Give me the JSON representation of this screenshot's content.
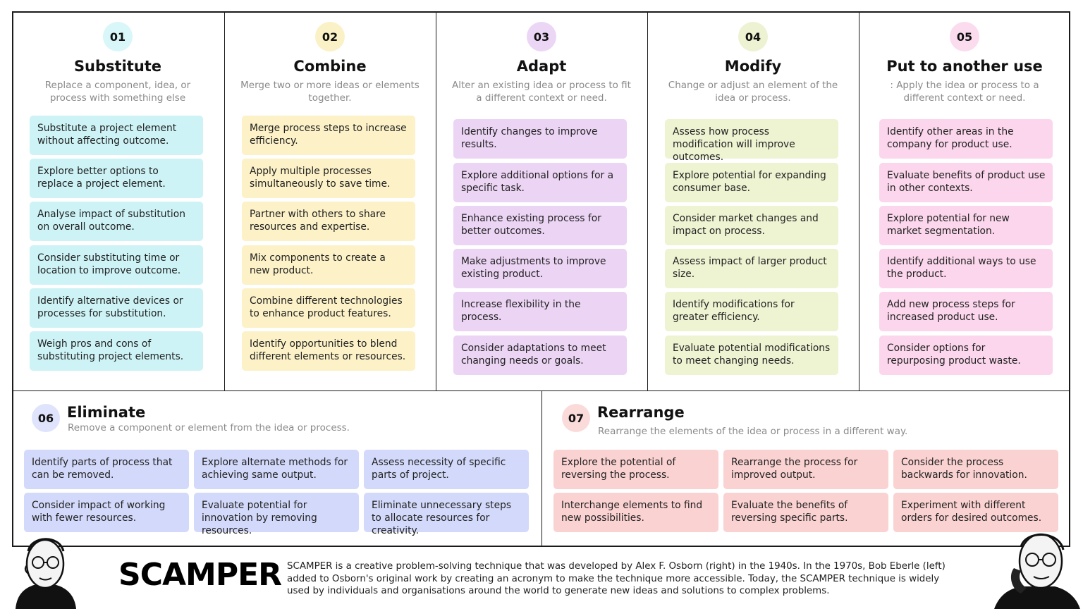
{
  "colors": {
    "cyan_card": "#cdf3f6",
    "cyan_circle": "#d9f6f8",
    "yellow_card": "#fcf1c7",
    "yellow_circle": "#fbf1c7",
    "purple_card": "#ecd4f4",
    "purple_circle": "#ecd6f5",
    "green_card": "#eef3d2",
    "green_circle": "#edf3d2",
    "pink_card": "#fbd6ec",
    "pink_circle": "#fbdcee",
    "blue_card": "#d3d9fa",
    "blue_circle": "#dfe3fb",
    "red_card": "#fbd2d2",
    "red_circle": "#fbdada"
  },
  "columns": [
    {
      "num": "01",
      "title": "Substitute",
      "sub": "Replace a component, idea, or process with something else",
      "cards": [
        "Substitute a project element without affecting outcome.",
        "Explore better options to replace a project element.",
        "Analyse impact of substitution on overall outcome.",
        "Consider substituting time or location to improve outcome.",
        "Identify alternative devices or processes for substitution.",
        "Weigh pros and cons of substituting project elements."
      ]
    },
    {
      "num": "02",
      "title": "Combine",
      "sub": "Merge two or more ideas or elements together.",
      "cards": [
        "Merge process steps to increase efficiency.",
        "Apply multiple processes simultaneously to save time.",
        "Partner with others to share resources and expertise.",
        "Mix components to create a new product.",
        "Combine different technologies to enhance product features.",
        "Identify opportunities to blend different elements or resources."
      ]
    },
    {
      "num": "03",
      "title": "Adapt",
      "sub": "Alter an existing idea or process to fit a different context or need.",
      "cards": [
        "Identify changes to improve results.",
        "Explore additional options for a specific task.",
        "Enhance existing process for better outcomes.",
        "Make adjustments to improve existing product.",
        "Increase flexibility in the process.",
        "Consider adaptations to meet changing needs or goals."
      ]
    },
    {
      "num": "04",
      "title": "Modify",
      "sub": "Change or adjust an element of the idea or process.",
      "cards": [
        "Assess how process modification will improve outcomes.",
        "Explore potential for expanding consumer base.",
        "Consider market changes and impact on process.",
        "Assess impact of larger product size.",
        "Identify modifications for greater efficiency.",
        "Evaluate potential modifications to meet changing needs."
      ]
    },
    {
      "num": "05",
      "title": "Put to another use",
      "sub": ": Apply the idea or process to a different context or need.",
      "cards": [
        "Identify other areas in the company for product use.",
        "Evaluate benefits of product use in other contexts.",
        "Explore potential for new market segmentation.",
        "Identify additional ways to use the product.",
        "Add new process steps for increased product use.",
        "Consider options for repurposing product waste."
      ]
    }
  ],
  "eliminate": {
    "num": "06",
    "title": "Eliminate",
    "sub": "Remove a component or element from the idea or process.",
    "cards": [
      "Identify parts of process that can be removed.",
      "Explore alternate methods for achieving same output.",
      "Assess necessity of specific parts of project.",
      "Consider impact of working with fewer resources.",
      "Evaluate potential for innovation by removing resources.",
      "Eliminate unnecessary steps to allocate resources for creativity."
    ]
  },
  "rearrange": {
    "num": "07",
    "title": "Rearrange",
    "sub": "Rearrange the elements of the idea or process in a different way.",
    "cards": [
      "Explore the potential of reversing the process.",
      "Rearrange the process for improved output.",
      "Consider the process backwards for innovation.",
      "Interchange elements to find new possibilities.",
      "Evaluate the benefits of reversing specific parts.",
      "Experiment with different orders for desired outcomes."
    ]
  },
  "footer": {
    "logo": "SCAMPER",
    "description": "SCAMPER is a creative problem-solving technique that was developed by Alex F. Osborn (right) in the 1940s. In the 1970s, Bob Eberle (left) added to Osborn's original work by creating an acronym to make the technique more accessible. Today, the SCAMPER technique is widely used by individuals and organisations around the world to generate new ideas and solutions to complex problems."
  }
}
